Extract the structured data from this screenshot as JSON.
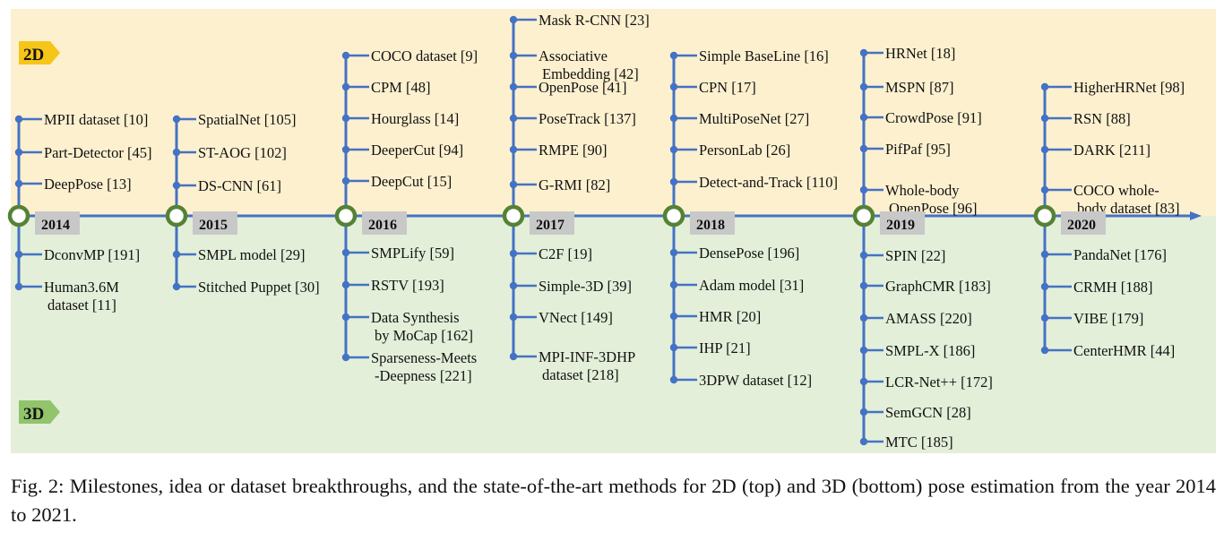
{
  "top_tag": "2D",
  "bottom_tag": "3D",
  "colors": {
    "top_bg": "#fdf0cf",
    "bottom_bg": "#e3efd9",
    "axis": "#4472c4",
    "dot": "#4472c4",
    "circle": "#548235",
    "year_box": "#c8c8c8",
    "tag_2d": "#f5c518",
    "tag_3d": "#92c46b"
  },
  "years": [
    {
      "label": "2014",
      "top": [
        "MPII dataset [10]",
        "Part-Detector [45]",
        "DeepPose [13]"
      ],
      "bottom": [
        "DconvMP [191]",
        "Human3.6M\ndataset [11]"
      ]
    },
    {
      "label": "2015",
      "top": [
        "SpatialNet [105]",
        "ST-AOG [102]",
        "DS-CNN [61]"
      ],
      "bottom": [
        "SMPL model [29]",
        "Stitched Puppet [30]"
      ]
    },
    {
      "label": "2016",
      "top": [
        "COCO dataset [9]",
        "CPM [48]",
        "Hourglass [14]",
        "DeeperCut [94]",
        "DeepCut [15]"
      ],
      "bottom": [
        "SMPLify [59]",
        "RSTV [193]",
        "Data Synthesis\nby MoCap [162]",
        "Sparseness-Meets\n-Deepness [221]"
      ]
    },
    {
      "label": "2017",
      "top": [
        "Mask R-CNN [23]",
        "Associative\nEmbedding [42]",
        "OpenPose [41]",
        "PoseTrack [137]",
        "RMPE [90]",
        "G-RMI [82]"
      ],
      "bottom": [
        "C2F [19]",
        "Simple-3D [39]",
        "VNect [149]",
        "MPI-INF-3DHP\ndataset [218]"
      ]
    },
    {
      "label": "2018",
      "top": [
        "Simple BaseLine [16]",
        "CPN [17]",
        "MultiPoseNet  [27]",
        "PersonLab [26]",
        "Detect-and-Track [110]"
      ],
      "bottom": [
        "DensePose [196]",
        "Adam model [31]",
        "HMR [20]",
        "IHP [21]",
        "3DPW dataset [12]"
      ]
    },
    {
      "label": "2019",
      "top": [
        "HRNet [18]",
        "MSPN [87]",
        "CrowdPose [91]",
        "PifPaf [95]",
        "Whole-body\nOpenPose [96]"
      ],
      "bottom": [
        "SPIN [22]",
        "GraphCMR [183]",
        "AMASS [220]",
        "SMPL-X [186]",
        "LCR-Net++ [172]",
        "SemGCN [28]",
        "MTC [185]"
      ]
    },
    {
      "label": "2020",
      "top": [
        "HigherHRNet [98]",
        "RSN [88]",
        "DARK [211]",
        "COCO whole-\nbody dataset [83]"
      ],
      "bottom": [
        "PandaNet [176]",
        "CRMH [188]",
        "VIBE [179]",
        "CenterHMR [44]"
      ]
    }
  ],
  "caption": "Fig. 2: Milestones, idea or dataset breakthroughs, and the state-of-the-art methods for 2D (top) and 3D (bottom) pose estimation from the year 2014 to 2021."
}
